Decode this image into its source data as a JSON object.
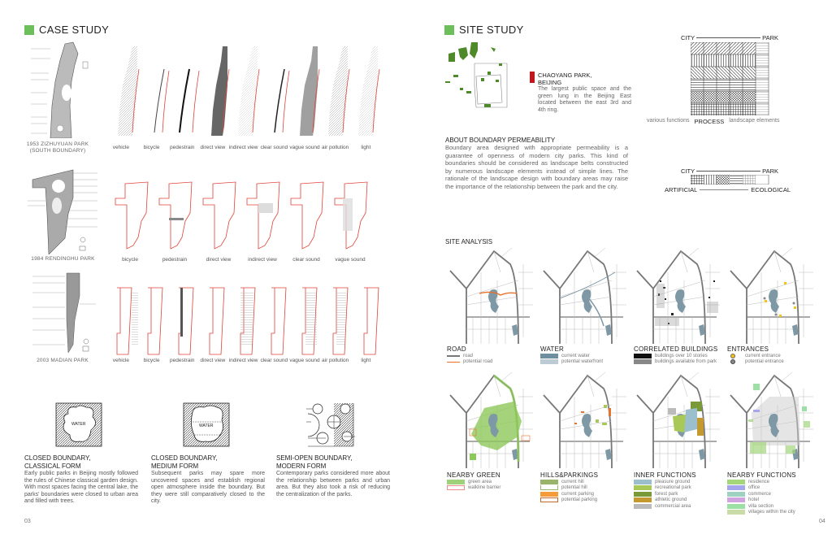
{
  "left_page": {
    "section_title": "CASE STUDY",
    "accent_color": "#6cbf5a",
    "page_number": "03",
    "case_rows": [
      {
        "park_label_line1": "1953 ZIZHUYUAN PARK",
        "park_label_line2": "(SOUTH BOUNDARY)",
        "diagram_labels": [
          "vehicle",
          "bicycle",
          "pedestrain",
          "direct view",
          "indirect view",
          "clear sound",
          "vague sound",
          "air pollution",
          "light"
        ]
      },
      {
        "park_label_line1": "1984 RENDINGHU PARK",
        "park_label_line2": "",
        "diagram_labels": [
          "bicycle",
          "pedestrain",
          "direct view",
          "indirect view",
          "clear sound",
          "vague sound"
        ]
      },
      {
        "park_label_line1": "2003 MADIAN PARK",
        "park_label_line2": "",
        "diagram_labels": [
          "vehicle",
          "bicycle",
          "pedestrain",
          "direct view",
          "indirect view",
          "clear sound",
          "vague sound",
          "air pollution",
          "light"
        ]
      }
    ],
    "boundary_forms": [
      {
        "icon_text": "WATER",
        "title_line1": "CLOSED BOUNDARY,",
        "title_line2": "CLASSICAL FORM",
        "body": "Early public parks in Beijing mostly followed the rules of Chinese classical garden design. With most spaces facing the central lake, the parks' boundaries were closed to urban area and filled with trees."
      },
      {
        "icon_text": "WATER",
        "title_line1": "CLOSED BOUNDARY,",
        "title_line2": "MEDIUM FORM",
        "body": "Subsequent parks may spare more uncovered spaces and establish regional open atmosphere inside the boundary. But they were still comparatively closed to the city."
      },
      {
        "icon_text": "",
        "title_line1": "SEMI-OPEN BOUNDARY,",
        "title_line2": "MODERN FORM",
        "body": "Contemporary parks considered more about the relationship between parks and urban area. But they also took a risk of reducing the centralization of the parks."
      }
    ]
  },
  "right_page": {
    "section_title": "SITE STUDY",
    "page_number": "04",
    "location": {
      "title_line1": "CHAOYANG PARK,",
      "title_line2": "BEIJING",
      "body": "The largest public space and the green lung in the Beijing East located between the east 3rd and 4th ring."
    },
    "permeability": {
      "heading": "ABOUT BOUNDARY PERMEABILITY",
      "body": "Boundary area designed with appropriate permeability is a guarantee of openness of modern city parks. This kind of boundaries should be considered as landscape belts constructed by numerous landscape elements instead of simple lines. The rationale of the landscape design with boundary areas may raise the importance of the relationship between the park and the city."
    },
    "process_diagram": {
      "top_left": "CITY",
      "top_right": "PARK",
      "bottom_left": "various functions",
      "bottom_center": "PROCESS",
      "bottom_right": "landscape elements"
    },
    "gradient_diagram": {
      "top_left": "CITY",
      "top_right": "PARK",
      "bottom_left": "ARTIFICIAL",
      "bottom_right": "ECOLOGICAL"
    },
    "site_analysis_heading": "SITE ANALYSIS",
    "maps_row1": [
      {
        "title": "ROAD",
        "legend": [
          {
            "label": "road",
            "color": "#777777",
            "kind": "line"
          },
          {
            "label": "potential road",
            "color": "#e8722c",
            "kind": "line"
          }
        ]
      },
      {
        "title": "WATER",
        "legend": [
          {
            "label": "current water",
            "color": "#6d8fa0",
            "kind": "box"
          },
          {
            "label": "potential waterfront",
            "color": "#bdccd4",
            "kind": "box"
          }
        ]
      },
      {
        "title": "CORRELATED BUILDINGS",
        "legend": [
          {
            "label": "buildings over 10 stories",
            "color": "#111111",
            "kind": "box"
          },
          {
            "label": "buildings available from park",
            "color": "#888888",
            "kind": "box"
          }
        ]
      },
      {
        "title": "ENTRANCES",
        "legend": [
          {
            "label": "current entrance",
            "color": "#f2c31b",
            "kind": "dot"
          },
          {
            "label": "potential entrance",
            "color": "#888888",
            "kind": "dot"
          }
        ]
      }
    ],
    "maps_row2": [
      {
        "title": "NEARBY GREEN",
        "legend": [
          {
            "label": "green area",
            "color": "#9fd27a",
            "kind": "box"
          },
          {
            "label": "walkline barrier",
            "color": "#ef8c8c",
            "kind": "outline"
          }
        ]
      },
      {
        "title": "HILLS&PARKINGS",
        "legend": [
          {
            "label": "current hill",
            "color": "#9ab56b",
            "kind": "box"
          },
          {
            "label": "potential hill",
            "color": "#9ab56b",
            "kind": "outline"
          },
          {
            "label": "current parking",
            "color": "#f59b3a",
            "kind": "box"
          },
          {
            "label": "potential parking",
            "color": "#c06a2a",
            "kind": "outline"
          }
        ]
      },
      {
        "title": "INNER FUNCTIONS",
        "legend": [
          {
            "label": "pleasure ground",
            "color": "#9bbfcc",
            "kind": "box"
          },
          {
            "label": "recreational park",
            "color": "#a8c957",
            "kind": "box"
          },
          {
            "label": "forest park",
            "color": "#7a9a3a",
            "kind": "box"
          },
          {
            "label": "athletic ground",
            "color": "#c49a30",
            "kind": "box"
          },
          {
            "label": "commercial area",
            "color": "#bbbbbb",
            "kind": "box"
          }
        ]
      },
      {
        "title": "NEARBY FUNCTIONS",
        "legend": [
          {
            "label": "residence",
            "color": "#a3d77a",
            "kind": "box"
          },
          {
            "label": "office",
            "color": "#a6a6ec",
            "kind": "box"
          },
          {
            "label": "commerce",
            "color": "#9fd1c0",
            "kind": "box"
          },
          {
            "label": "hotel",
            "color": "#d1a3e0",
            "kind": "box"
          },
          {
            "label": "villa section",
            "color": "#9ce0a6",
            "kind": "box"
          },
          {
            "label": "villages within the city",
            "color": "#c9dca8",
            "kind": "box"
          }
        ]
      }
    ]
  }
}
